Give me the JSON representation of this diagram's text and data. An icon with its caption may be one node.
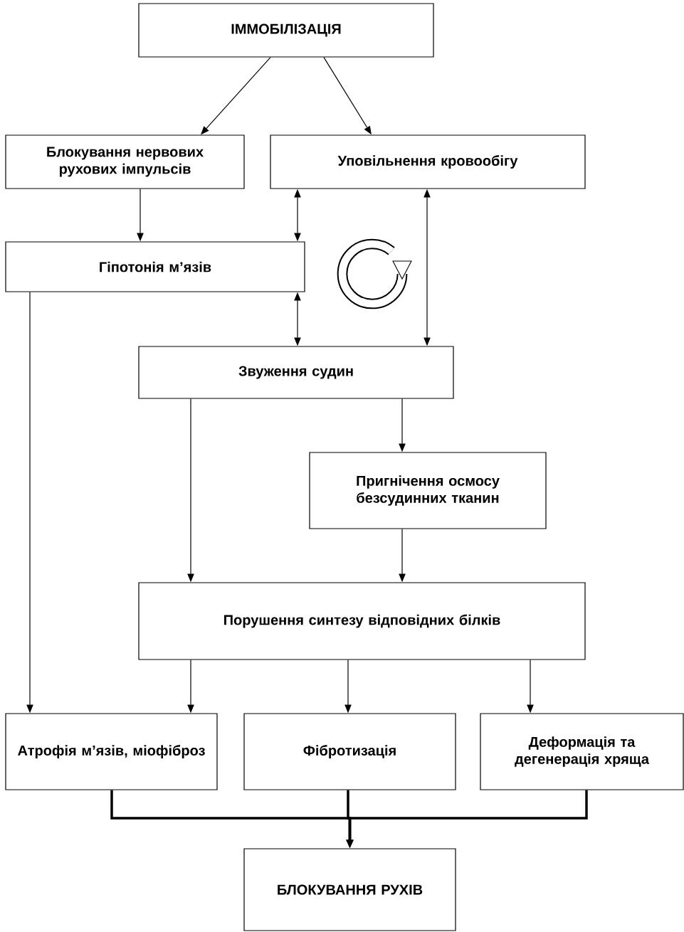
{
  "diagram": {
    "nodes": [
      {
        "text": [
          "ІММОБІЛІЗАЦІЯ"
        ]
      },
      {
        "text": [
          "Блокування нервових рухових імпульсів"
        ]
      },
      {
        "text": [
          "Уповільнення кровообігу"
        ]
      },
      {
        "text": [
          "Гіпотонія м’язів"
        ]
      },
      {
        "text": [
          "Звуження судин"
        ]
      },
      {
        "text": [
          "Пригнічення осмосу безсудинних тканин"
        ]
      },
      {
        "text": [
          "Порушення синтезу відповідних білків"
        ]
      },
      {
        "text": [
          "Атрофія м’язів, міофіброз"
        ]
      },
      {
        "text": [
          "Фібротизація"
        ]
      },
      {
        "text": [
          "Деформація та дегенерація хряща"
        ]
      },
      {
        "text": [
          "БЛОКУВАННЯ РУХІВ"
        ]
      }
    ],
    "edges": [
      {
        "from": 0,
        "to": 1,
        "arrow": "to"
      },
      {
        "from": 0,
        "to": 2,
        "arrow": "to"
      },
      {
        "from": 1,
        "to": 3,
        "arrow": "to"
      },
      {
        "from": 2,
        "to": 3,
        "arrow": "both"
      },
      {
        "from": 3,
        "to": 4,
        "arrow": "both"
      },
      {
        "from": 2,
        "to": 4,
        "arrow": "both"
      },
      {
        "from": 3,
        "to": 7,
        "arrow": "to"
      },
      {
        "from": 4,
        "to": 6,
        "arrow": "to"
      },
      {
        "from": 4,
        "to": 5,
        "arrow": "to"
      },
      {
        "from": 5,
        "to": 6,
        "arrow": "to"
      },
      {
        "from": 6,
        "to": 7,
        "arrow": "to"
      },
      {
        "from": 6,
        "to": 8,
        "arrow": "to"
      },
      {
        "from": 6,
        "to": 9,
        "arrow": "to"
      },
      {
        "from": 7,
        "to": 10,
        "arrow": "to",
        "style": "thick"
      },
      {
        "from": 8,
        "to": 10,
        "arrow": "to",
        "style": "thick"
      },
      {
        "from": 9,
        "to": 10,
        "arrow": "to",
        "style": "thick"
      }
    ]
  }
}
